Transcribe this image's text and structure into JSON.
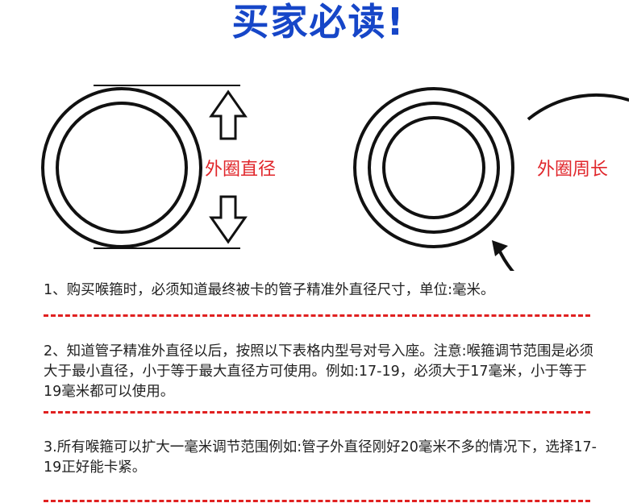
{
  "title": "买家必读!",
  "diagram": {
    "left_label": "外圈直径",
    "right_label": "外圈周长",
    "accent_color": "#e0262b"
  },
  "notes": [
    "1、购买喉箍时，必须知道最终被卡的管子精准外直径尺寸，单位:毫米。",
    "2、知道管子精准外直径以后，按照以下表格内型号对号入座。注意:喉箍调节范围是必须大于最小直径，小于等于最大直径方可使用。例如:17-19，必须大于17毫米，小于等于19毫米都可以使用。",
    "3.所有喉箍可以扩大一毫米调节范围例如:管子外直径刚好20毫米不多的情况下，选择17-19正好能卡紧。"
  ],
  "colors": {
    "title": "#1646c8",
    "divider": "#e02020"
  }
}
